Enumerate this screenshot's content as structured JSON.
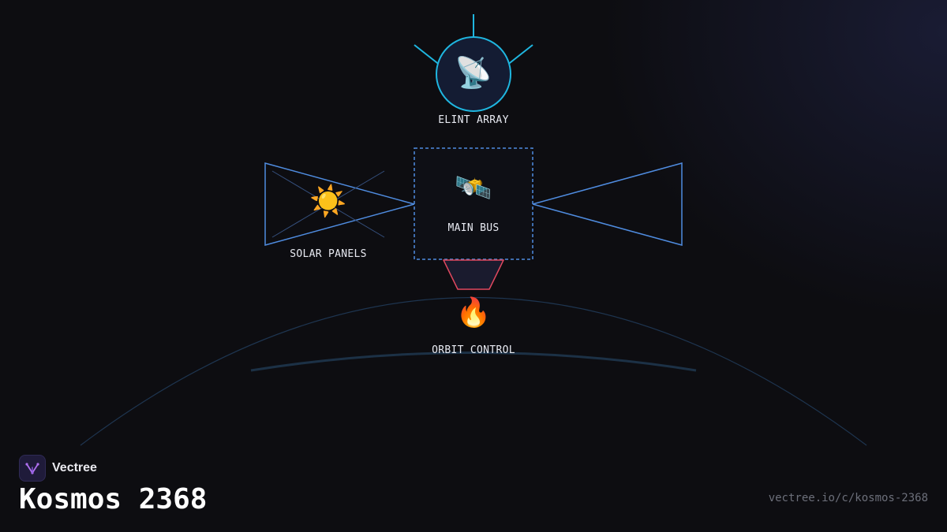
{
  "diagram": {
    "nodes": {
      "elint": {
        "label": "ELINT ARRAY",
        "icon": "📡",
        "icon_name": "satellite-dish-icon"
      },
      "bus": {
        "label": "MAIN BUS",
        "icon": "🛰️",
        "icon_name": "satellite-icon"
      },
      "solar": {
        "label": "SOLAR PANELS",
        "icon": "☀️",
        "icon_name": "sun-icon"
      },
      "orbit": {
        "label": "ORBIT CONTROL",
        "icon": "🔥",
        "icon_name": "flame-icon"
      }
    },
    "colors": {
      "antenna": "#1fb6e0",
      "panel": "#4f8ce0",
      "bus_border": "#4f8ce0",
      "thruster": "#e0485f",
      "arc": "#1e3550"
    }
  },
  "brand": {
    "name": "Vectree"
  },
  "title": "Kosmos 2368",
  "url": "vectree.io/c/kosmos-2368"
}
